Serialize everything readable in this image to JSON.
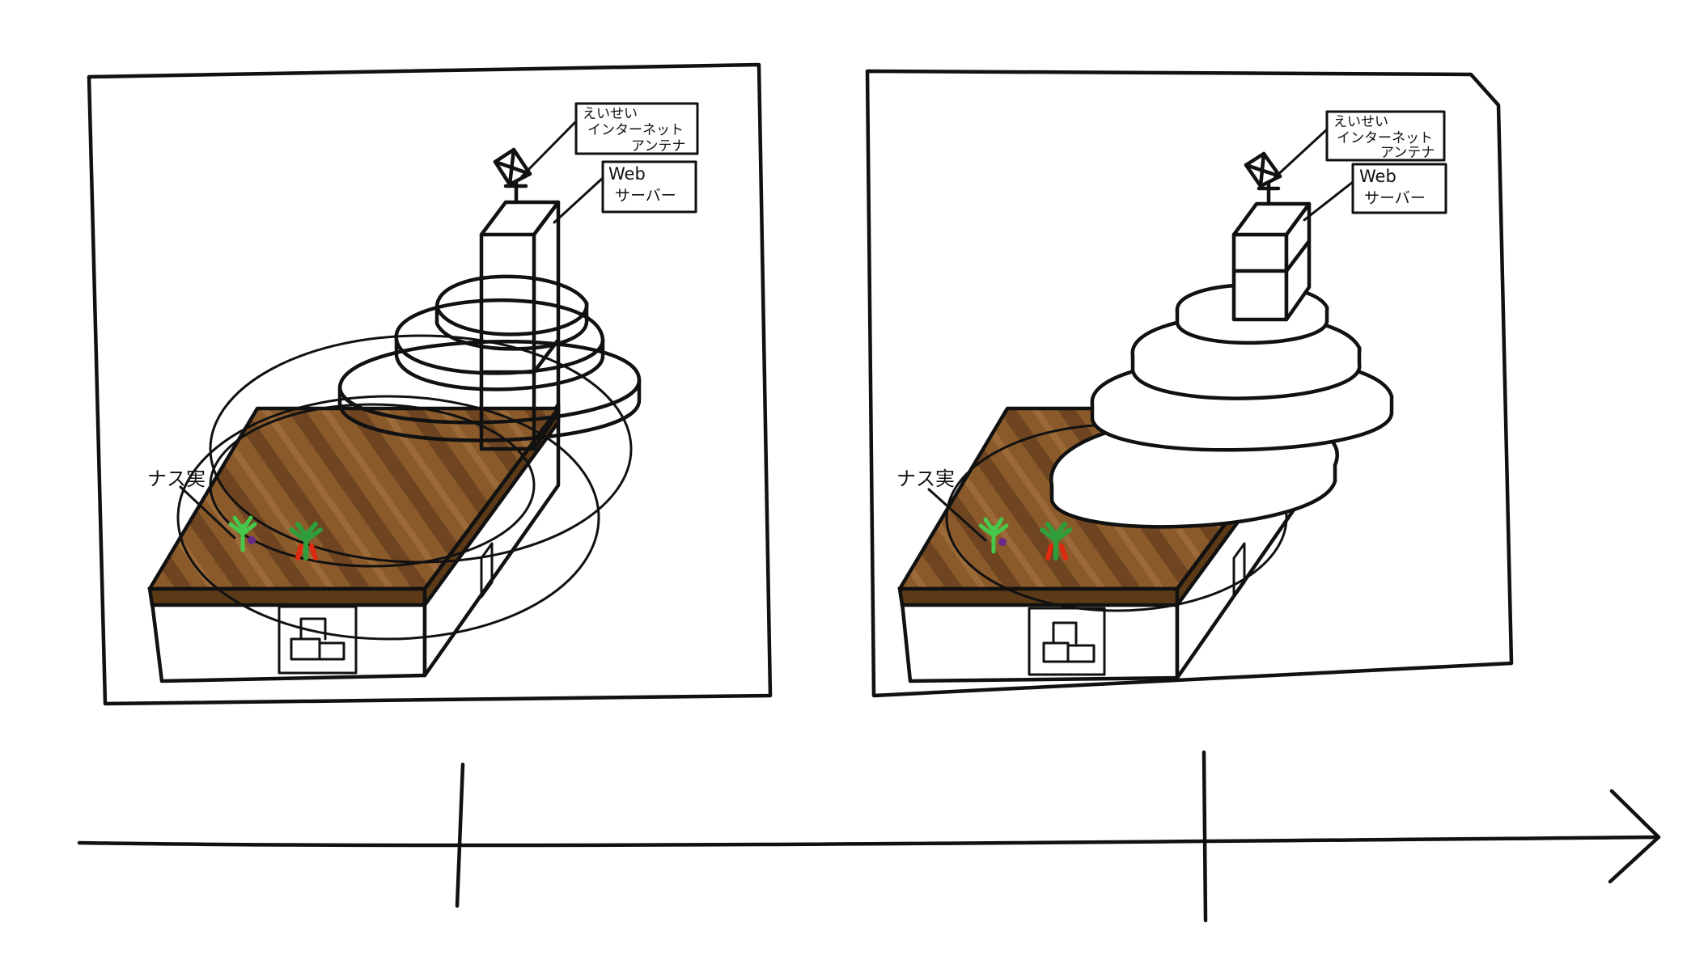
{
  "colors": {
    "soil": "#8a5a2b",
    "soil_dark": "#5c3a17",
    "leaf": "#48c84a",
    "pepper_leaf": "#2e9e3a",
    "eggplant": "#6a2a8a",
    "pepper": "#e02a10"
  },
  "panels": [
    {
      "antenna_label_line1": "えいせい",
      "antenna_label_line2": "インターネット",
      "antenna_label_line3": "アンテナ",
      "server_label_line1": "Web",
      "server_label_line2": "サーバー",
      "plant_label": "ナス実"
    },
    {
      "antenna_label_line1": "えいせい",
      "antenna_label_line2": "インターネット",
      "antenna_label_line3": "アンテナ",
      "server_label_line1": "Web",
      "server_label_line2": "サーバー",
      "plant_label": "ナス実"
    }
  ],
  "timeline": {
    "marks": 2,
    "arrow": "right"
  }
}
